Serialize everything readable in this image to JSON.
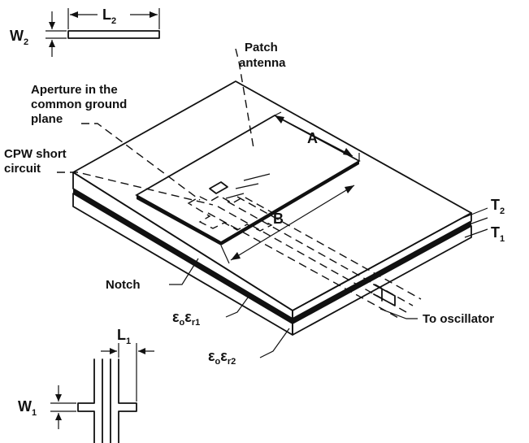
{
  "labels": {
    "patch_line1": "Patch",
    "patch_line2": "antenna",
    "aperture_line1": "Aperture in the",
    "aperture_line2": "common ground",
    "aperture_line3": "plane",
    "cpw_line1": "CPW short",
    "cpw_line2": "circuit",
    "notch": "Notch",
    "to_oscillator": "To oscillator"
  },
  "dimensions": {
    "A": "A",
    "B": "B",
    "T2_main": "T",
    "T2_sub": "2",
    "T1_main": "T",
    "T1_sub": "1",
    "L2_main": "L",
    "L2_sub": "2",
    "W2_main": "W",
    "W2_sub": "2",
    "L1_main": "L",
    "L1_sub": "1",
    "W1_main": "W",
    "W1_sub": "1"
  },
  "permittivity": {
    "eps1_main": "ε",
    "eps1_sub1": "o",
    "eps1_mid": "ε",
    "eps1_sub2": "r1",
    "eps2_main": "ε",
    "eps2_sub1": "o",
    "eps2_mid": "ε",
    "eps2_sub2": "r2"
  }
}
